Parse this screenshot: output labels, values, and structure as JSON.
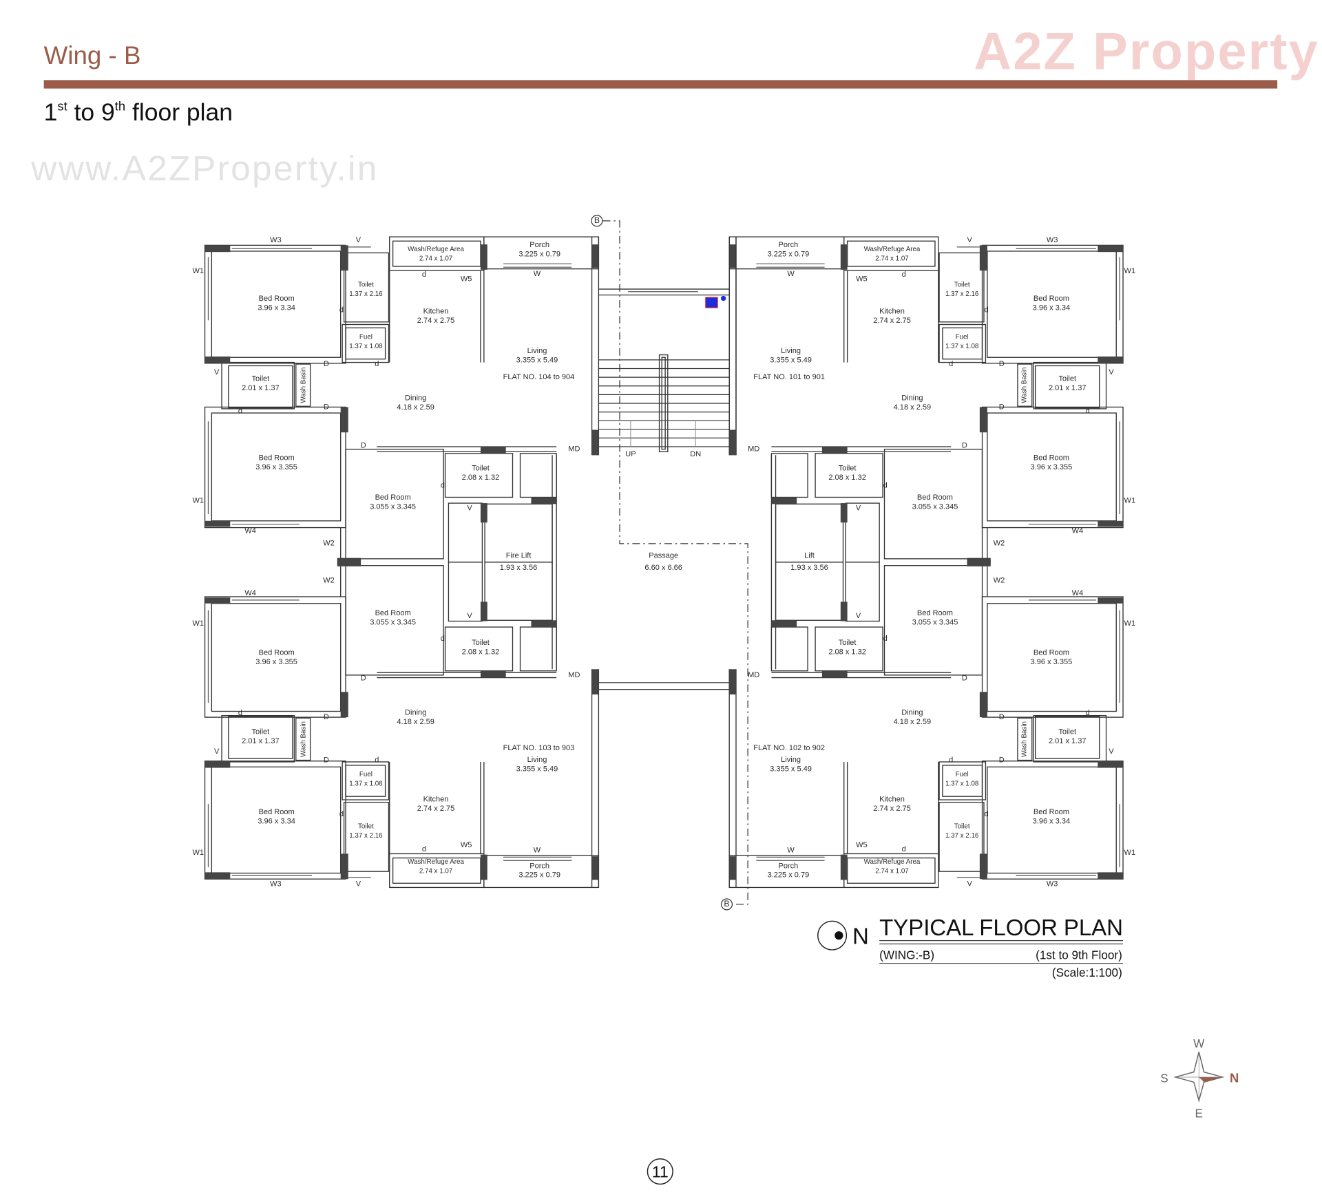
{
  "header": {
    "wing_title": "Wing - B",
    "subtitle_prefix": "1",
    "subtitle_sup1": "st",
    "subtitle_mid": " to 9",
    "subtitle_sup2": "th",
    "subtitle_suffix": " floor plan",
    "accent_color": "#9b5c4a"
  },
  "watermarks": {
    "website": "www.A2ZProperty.in",
    "logo": "A2Z Property"
  },
  "plan": {
    "flats": [
      {
        "flat_no": "FLAT NO. 104 to 904",
        "quadrant": "top-left"
      },
      {
        "flat_no": "FLAT NO. 101 to 901",
        "quadrant": "top-right"
      },
      {
        "flat_no": "FLAT NO. 103 to 903",
        "quadrant": "bottom-left"
      },
      {
        "flat_no": "FLAT NO. 102 to 902",
        "quadrant": "bottom-right"
      }
    ],
    "typical_rooms": [
      {
        "name": "Bed Room",
        "size": "3.96 x 3.34"
      },
      {
        "name": "Toilet",
        "size": "1.37 x 2.16"
      },
      {
        "name": "Fuel",
        "size": "1.37 x 1.08"
      },
      {
        "name": "Wash/Refuge Area",
        "size": "2.74 x 1.07"
      },
      {
        "name": "Porch",
        "size": "3.225 x 0.79"
      },
      {
        "name": "Kitchen",
        "size": "2.74 x 2.75"
      },
      {
        "name": "Living",
        "size": "3.355 x 5.49"
      },
      {
        "name": "Toilet",
        "size": "2.01 x 1.37"
      },
      {
        "name": "Wash Basin",
        "size": ""
      },
      {
        "name": "Dining",
        "size": "4.18 x 2.59"
      },
      {
        "name": "Bed Room",
        "size": "3.96 x 3.355"
      },
      {
        "name": "Bed Room",
        "size": "3.055 x 3.345"
      },
      {
        "name": "Toilet",
        "size": "2.08 x 1.32"
      }
    ],
    "typical_marks": [
      "W3",
      "V",
      "W1",
      "W5",
      "W",
      "d",
      "d",
      "d",
      "D",
      "V",
      "D",
      "d",
      "D",
      "MD",
      "W1",
      "W4",
      "W2",
      "V",
      "d"
    ],
    "core": {
      "fire_lift": {
        "name": "Fire Lift",
        "size": "1.93 x 3.56"
      },
      "lift": {
        "name": "Lift",
        "size": "1.93 x 3.56"
      },
      "passage": {
        "name": "Passage",
        "size": "6.60 x 6.66"
      },
      "stair_up": "UP",
      "stair_down": "DN",
      "section_mark": "B"
    }
  },
  "title_block": {
    "north_symbol": "N",
    "title": "TYPICAL FLOOR PLAN",
    "wing": "(WING:-B)",
    "floors": "(1st to 9th Floor)",
    "scale": "(Scale:1:100)"
  },
  "compass": {
    "west": "W",
    "south": "S",
    "north": "N",
    "east": "E",
    "north_color": "#9b5c4a"
  },
  "page_number": "11"
}
